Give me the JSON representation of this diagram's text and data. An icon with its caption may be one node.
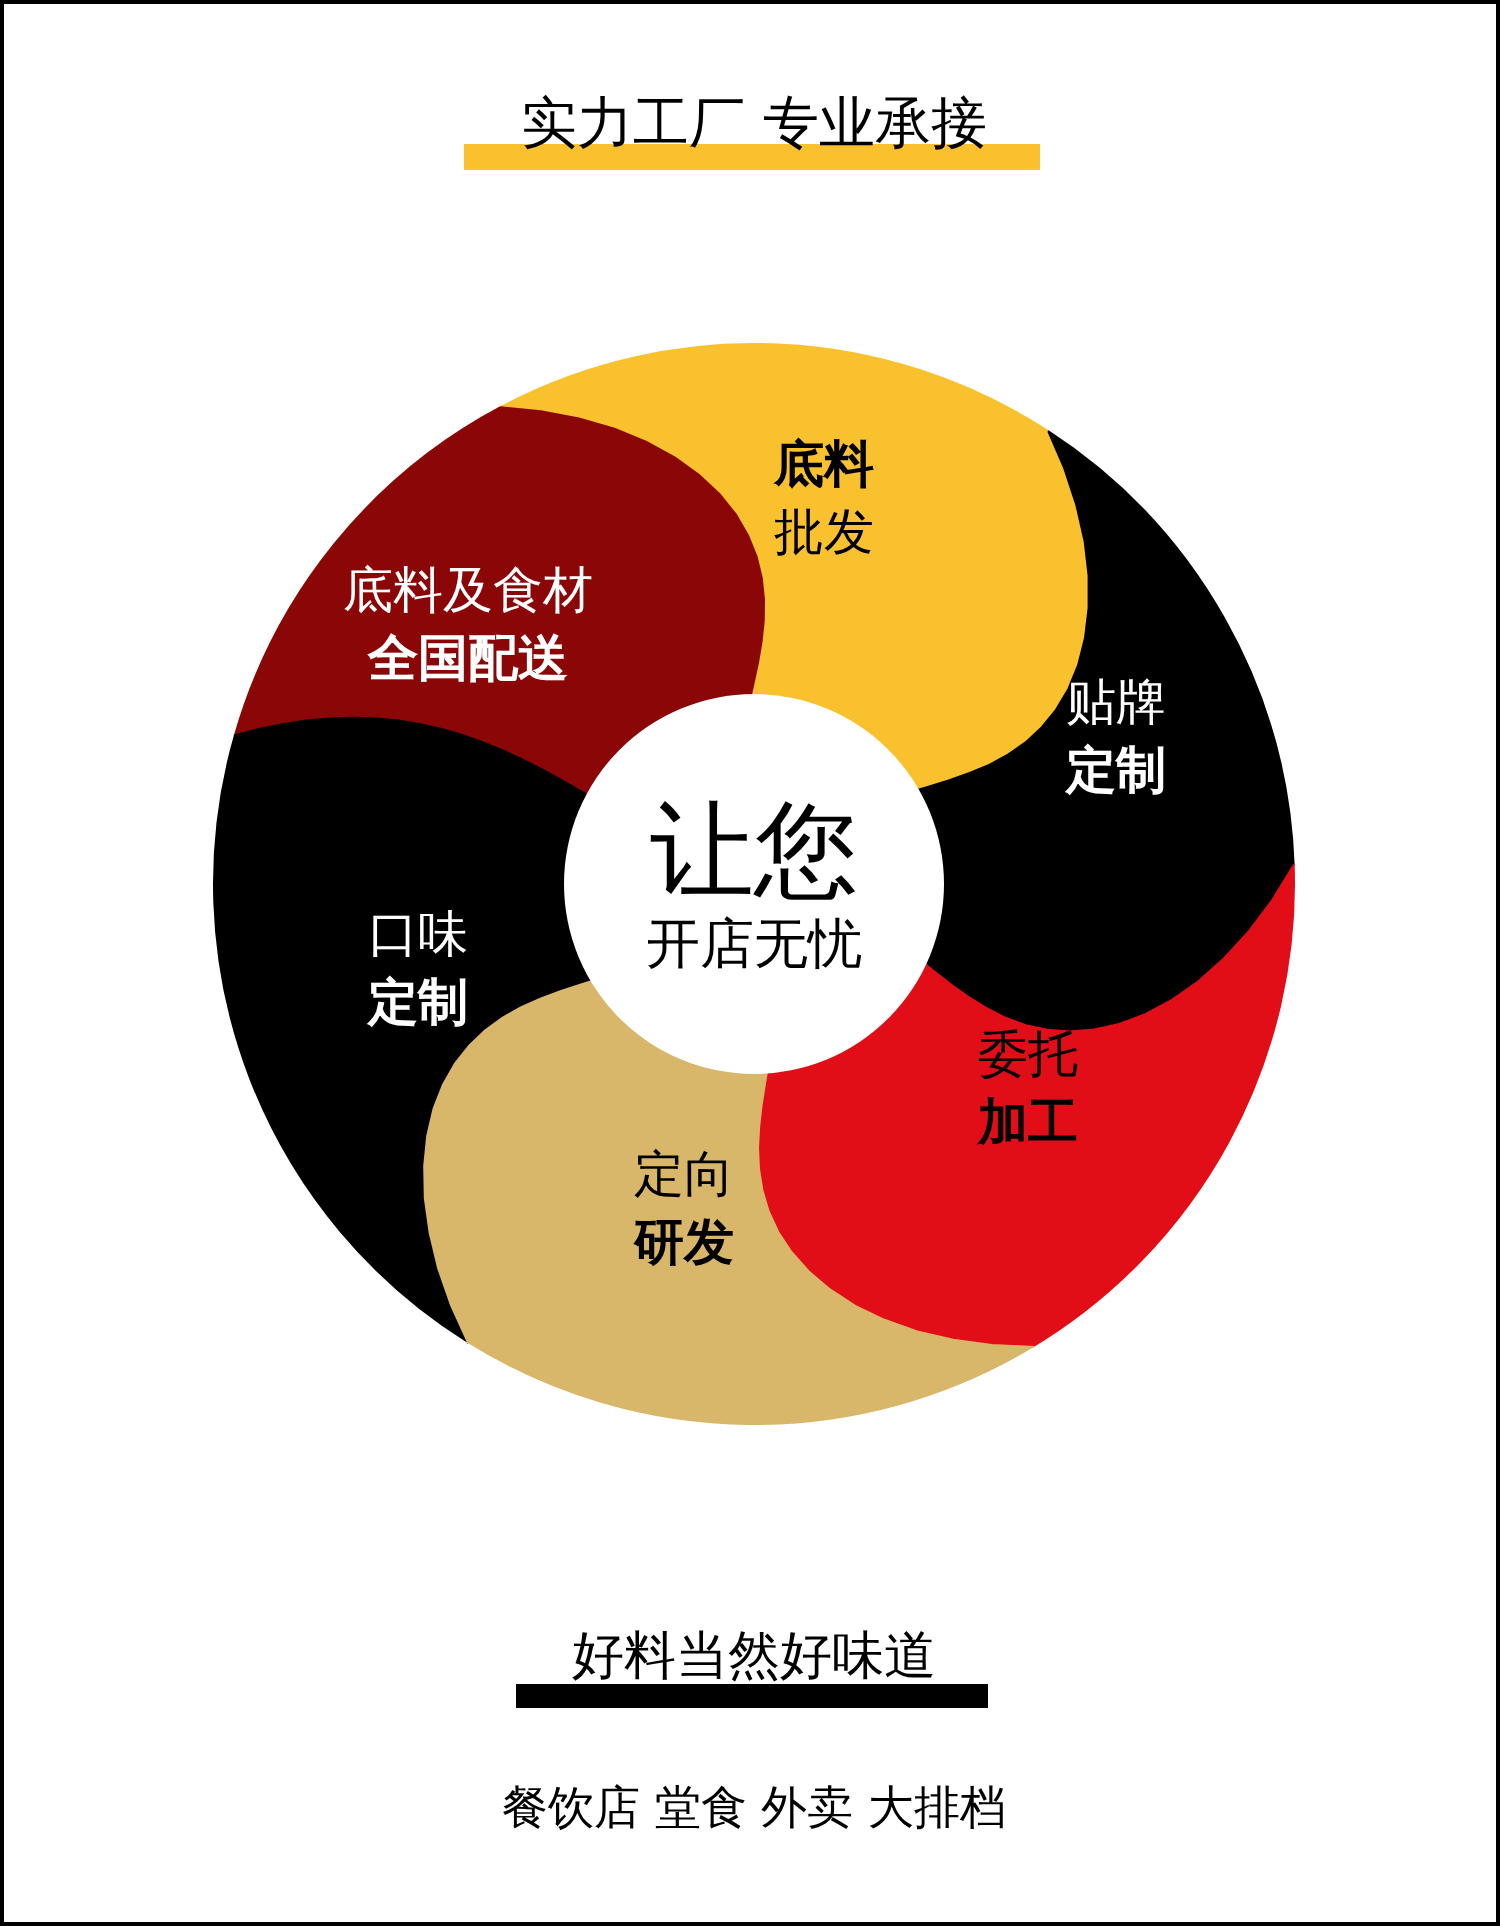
{
  "diagram": {
    "title": "实力工厂 专业承接",
    "nodes": [
      {
        "text": [
          "底料",
          "批发"
        ]
      },
      {
        "text": [
          "底料及食材",
          "全国配送"
        ]
      },
      {
        "text": [
          "贴牌",
          "定制"
        ]
      },
      {
        "text": [
          "让您",
          "开店无忧"
        ]
      },
      {
        "text": [
          "口味",
          "定制"
        ]
      },
      {
        "text": [
          "委托",
          "加工"
        ]
      },
      {
        "text": [
          "定向",
          "研发"
        ]
      }
    ],
    "labels": [
      "好料当然好味道",
      "餐饮店 堂食 外卖 大排档"
    ]
  }
}
